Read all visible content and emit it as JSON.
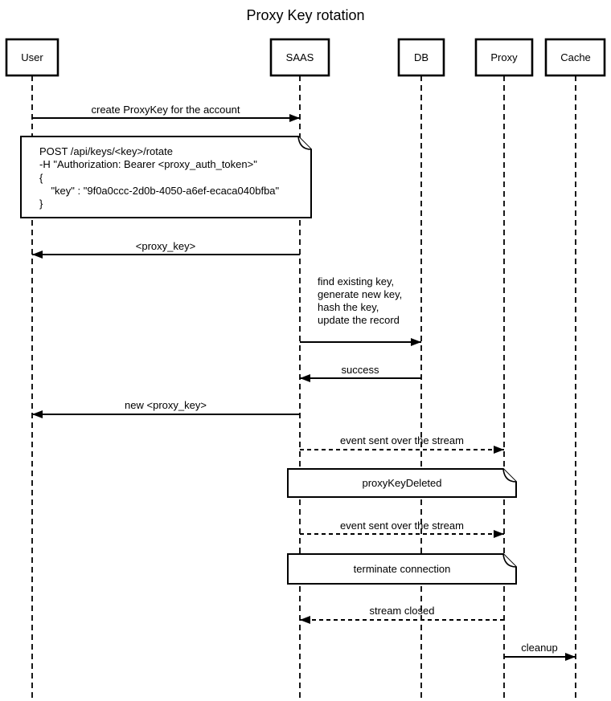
{
  "title": "Proxy Key rotation",
  "colors": {
    "stroke": "#000000",
    "background": "#ffffff",
    "text": "#000000"
  },
  "actors": [
    {
      "label": "User"
    },
    {
      "label": "SAAS"
    },
    {
      "label": "DB"
    },
    {
      "label": "Proxy"
    },
    {
      "label": "Cache"
    }
  ],
  "messages": [
    {
      "from": "User",
      "to": "SAAS",
      "line": "solid",
      "label": "create ProxyKey for the account"
    },
    {
      "from": "SAAS",
      "to": "User",
      "line": "solid",
      "label": "<proxy_key>"
    },
    {
      "from": "SAAS",
      "to": "DB",
      "line": "solid",
      "label_lines": [
        "find existing key,",
        "generate new key,",
        "hash the key,",
        "update the record"
      ]
    },
    {
      "from": "DB",
      "to": "SAAS",
      "line": "solid",
      "label": "success"
    },
    {
      "from": "SAAS",
      "to": "User",
      "line": "solid",
      "label": "new <proxy_key>"
    },
    {
      "from": "SAAS",
      "to": "Proxy",
      "line": "dashed",
      "label": "event sent over the stream"
    },
    {
      "from": "SAAS",
      "to": "Proxy",
      "line": "dashed",
      "label": "event sent over the stream"
    },
    {
      "from": "Proxy",
      "to": "SAAS",
      "line": "dashed",
      "label": "stream closed"
    },
    {
      "from": "Proxy",
      "to": "Cache",
      "line": "solid",
      "label": "cleanup"
    }
  ],
  "notes": [
    {
      "lines": [
        "POST /api/keys/<key>/rotate",
        "-H \"Authorization: Bearer <proxy_auth_token>\"",
        "{",
        "    \"key\" : \"9f0a0ccc-2d0b-4050-a6ef-ecaca040bfba\"",
        "}"
      ]
    },
    {
      "label": "proxyKeyDeleted"
    },
    {
      "label": "terminate connection"
    }
  ]
}
